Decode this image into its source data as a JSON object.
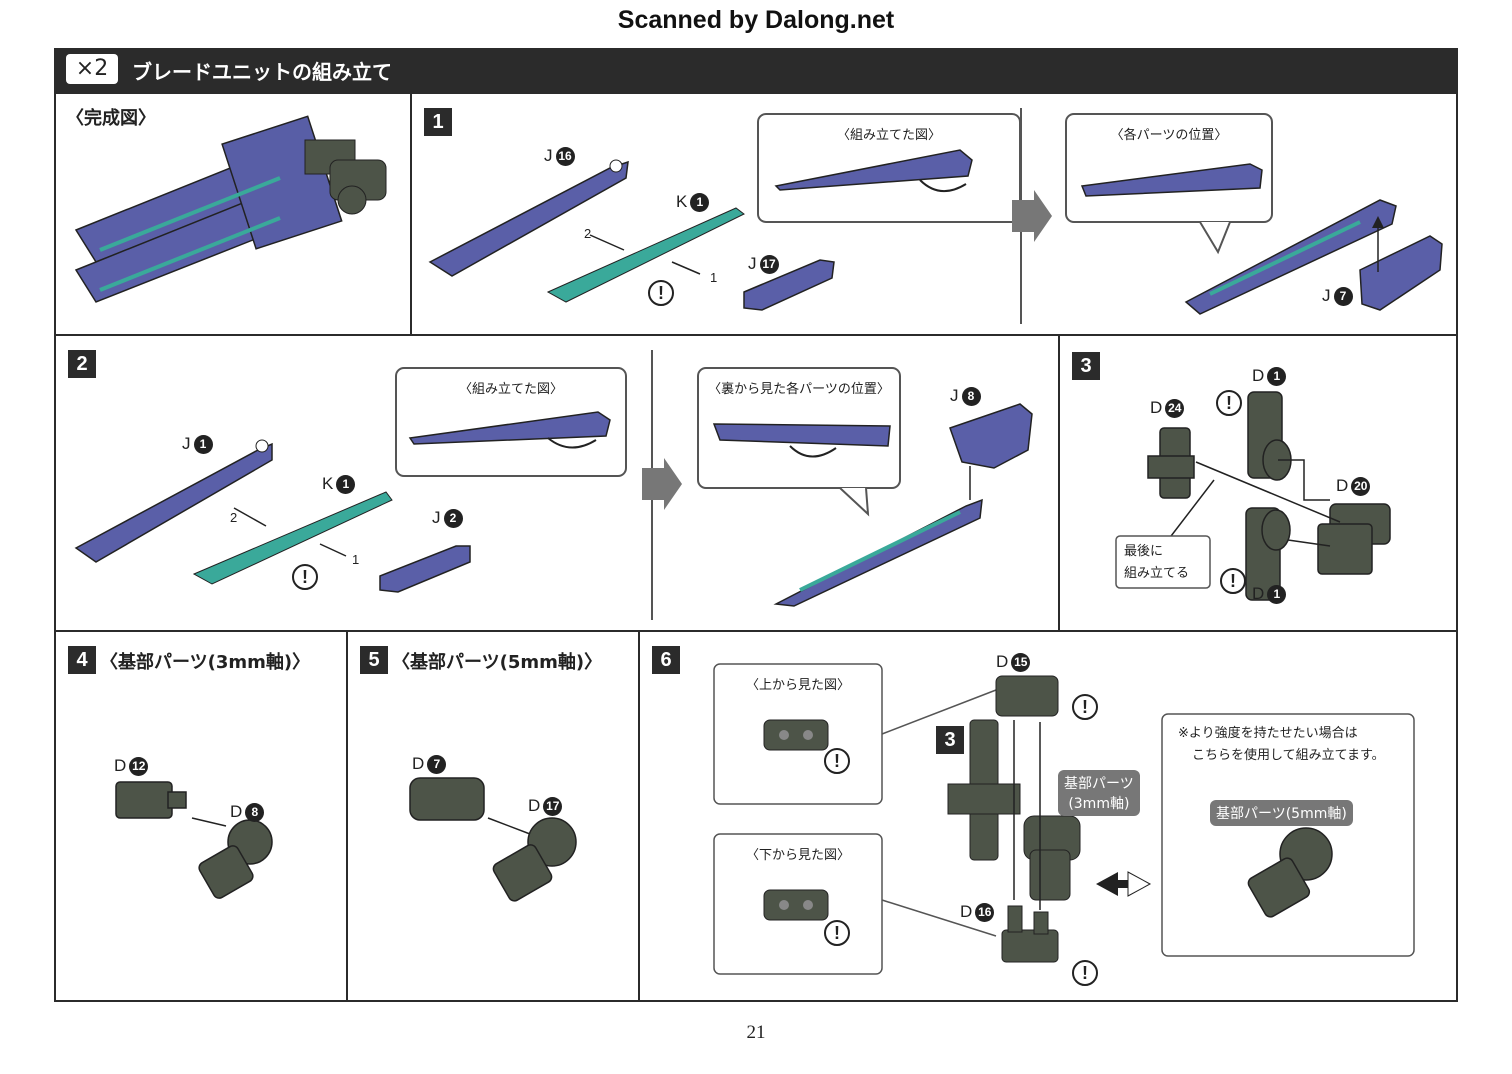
{
  "scan_credit": "Scanned by Dalong.net",
  "header": {
    "multiplier": "×2",
    "title": "ブレードユニットの組み立て"
  },
  "completed": {
    "title": "〈完成図〉"
  },
  "step1": {
    "number": "1",
    "assembled_title": "〈組み立てた図〉",
    "positions_title": "〈各パーツの位置〉",
    "labels": {
      "j16": {
        "letter": "J",
        "num": "16"
      },
      "k1": {
        "letter": "K",
        "num": "1"
      },
      "j17": {
        "letter": "J",
        "num": "17"
      },
      "j7": {
        "letter": "J",
        "num": "7"
      }
    },
    "order": [
      "2",
      "1"
    ],
    "warning": "!"
  },
  "step2": {
    "number": "2",
    "assembled_title": "〈組み立てた図〉",
    "back_positions_title": "〈裏から見た各パーツの位置〉",
    "labels": {
      "j1": {
        "letter": "J",
        "num": "1"
      },
      "k1": {
        "letter": "K",
        "num": "1"
      },
      "j2": {
        "letter": "J",
        "num": "2"
      },
      "j8": {
        "letter": "J",
        "num": "8"
      }
    },
    "order": [
      "2",
      "1"
    ],
    "warning": "!"
  },
  "step3": {
    "number": "3",
    "labels": {
      "d1a": {
        "letter": "D",
        "num": "1"
      },
      "d24": {
        "letter": "D",
        "num": "24"
      },
      "d20": {
        "letter": "D",
        "num": "20"
      },
      "d1b": {
        "letter": "D",
        "num": "1"
      }
    },
    "note_line1": "最後に",
    "note_line2": "組み立てる",
    "warning": "!"
  },
  "step4": {
    "number": "4",
    "title": "〈基部パーツ(3mm軸)〉",
    "labels": {
      "d12": {
        "letter": "D",
        "num": "12"
      },
      "d8": {
        "letter": "D",
        "num": "8"
      }
    }
  },
  "step5": {
    "number": "5",
    "title": "〈基部パーツ(5mm軸)〉",
    "labels": {
      "d7": {
        "letter": "D",
        "num": "7"
      },
      "d17": {
        "letter": "D",
        "num": "17"
      }
    }
  },
  "step6": {
    "number": "6",
    "top_view_title": "〈上から見た図〉",
    "bottom_view_title": "〈下から見た図〉",
    "sub_step": "3",
    "base_3mm": "基部パーツ\n(3mm軸)",
    "base_3mm_line1": "基部パーツ",
    "base_3mm_line2": "(3mm軸)",
    "labels": {
      "d15": {
        "letter": "D",
        "num": "15"
      },
      "d16": {
        "letter": "D",
        "num": "16"
      }
    },
    "note_line1": "※より強度を持たせたい場合は",
    "note_line2": "こちらを使用して組み立てます。",
    "base_5mm": "基部パーツ(5mm軸)",
    "warning": "!"
  },
  "page_number": "21",
  "colors": {
    "blade_purple": "#5a5fa8",
    "blade_teal": "#3aa99a",
    "part_gray": "#4d5448",
    "header_dark": "#2b2b2b"
  }
}
